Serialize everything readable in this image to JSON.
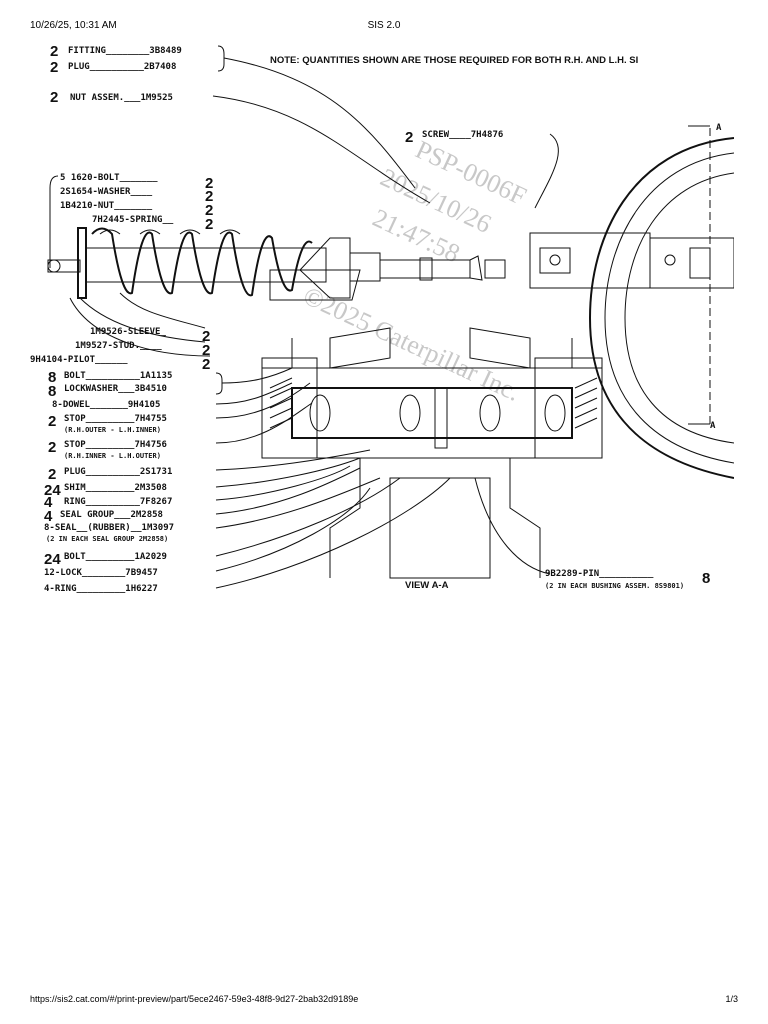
{
  "header": {
    "timestamp": "10/26/25, 10:31 AM",
    "app_title": "SIS 2.0"
  },
  "footer": {
    "url": "https://sis2.cat.com/#/print-preview/part/5ece2467-59e3-48f8-9d27-2bab32d9189e",
    "page": "1/3"
  },
  "diagram": {
    "note": "NOTE: QUANTITIES SHOWN ARE THOSE REQUIRED FOR BOTH R.H. AND L.H. SI",
    "view_label": "VIEW A-A",
    "section_marker": "A",
    "watermark": [
      "PSP-0006F",
      "2025/10/26",
      "21:47:58",
      "©2025 Caterpillar Inc."
    ],
    "left_parts": [
      {
        "qty": "2",
        "text": "FITTING________3B8489"
      },
      {
        "qty": "2",
        "text": "PLUG__________2B7408"
      },
      {
        "qty": "2",
        "text": "NUT ASSEM.___1M9525"
      },
      {
        "qty": "2",
        "text": "5 1620-BOLT_______"
      },
      {
        "qty": "2",
        "text": "2S1654-WASHER____"
      },
      {
        "qty": "2",
        "text": "1B4210-NUT_______"
      },
      {
        "qty": "2",
        "text": "7H2445-SPRING__"
      },
      {
        "qty": "2",
        "text": "1M9526-SLEEVE_"
      },
      {
        "qty": "2",
        "text": "1M9527-STUD.____"
      },
      {
        "qty": "2",
        "text": "9H4104-PILOT______"
      },
      {
        "qty": "8",
        "text": "BOLT__________1A1135"
      },
      {
        "qty": "8",
        "text": "LOCKWASHER___3B4510"
      },
      {
        "qty": "8",
        "text": "8-DOWEL_______9H4105"
      },
      {
        "qty": "2",
        "text": "STOP_________7H4755"
      },
      {
        "qty": "",
        "text": "(R.H.OUTER - L.H.INNER)"
      },
      {
        "qty": "2",
        "text": "STOP_________7H4756"
      },
      {
        "qty": "",
        "text": "(R.H.INNER - L.H.OUTER)"
      },
      {
        "qty": "2",
        "text": "PLUG__________2S1731"
      },
      {
        "qty": "24",
        "text": "SHIM_________2M3508"
      },
      {
        "qty": "4",
        "text": "RING__________7F8267"
      },
      {
        "qty": "4",
        "text": "SEAL GROUP___2M2858"
      },
      {
        "qty": "",
        "text": "8-SEAL__(RUBBER)__1M3097"
      },
      {
        "qty": "",
        "text": "(2 IN EACH SEAL GROUP 2M2858)"
      },
      {
        "qty": "24",
        "text": "BOLT_________1A2029"
      },
      {
        "qty": "",
        "text": "12-LOCK________7B9457"
      },
      {
        "qty": "",
        "text": "4-RING_________1H6227"
      }
    ],
    "screw": {
      "qty": "2",
      "text": "SCREW____7H4876"
    },
    "pin": {
      "qty": "8",
      "text": "9B2289-PIN__________",
      "note": "(2 IN EACH BUSHING ASSEM. 8S9801)"
    }
  }
}
